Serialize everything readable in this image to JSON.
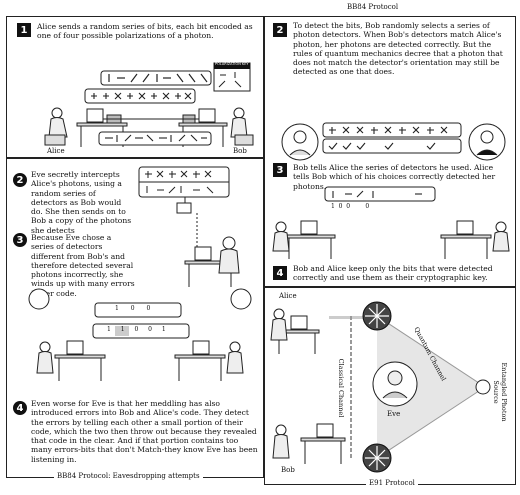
{
  "bb84": {
    "caption": "BB84 Protocol",
    "step1": {
      "num": "1",
      "text": "Alice sends a random series of bits, each bit encoded as one of four possible polarizations of a photon."
    },
    "step2": {
      "num": "2",
      "text": "To detect the bits, Bob randomly selects a series of photon detectors. When Bob's detectors match Alice's photon, her photons are detected correctly. But the rules of quantum mechanics decree that a photon that does not match the detector's orientation may still be detected as one that does."
    },
    "step3": {
      "num": "3",
      "text": "Bob tells Alice the series of detectors he used. Alice tells Bob which of his choices correctly detected her photons."
    },
    "step4": {
      "num": "4",
      "text": "Bob and Alice keep only the bits that were detected correctly and use them as their cryptographic key."
    },
    "alice": "Alice",
    "bob": "Bob",
    "polarization_key": "POLARIZATION KEY",
    "photons_top": "|—//|—\\\\|\\\\",
    "detectors_bob": "+××+×+×+××",
    "key_bits": "1  0  0        0"
  },
  "eve_panel": {
    "caption": "BB84 Protocol: Eavesdropping attempts",
    "step2": {
      "num": "2",
      "text": "Eve secretly intercepts Alice's photons, using a random series of detectors as Bob would do. She then sends on to Bob a copy of the photons she detects"
    },
    "step3": {
      "num": "3",
      "text": "Because Eve chose a series of detectors different from Bob's and therefore detected several photons incorrectly, she winds up with many errors in her code."
    },
    "step4": {
      "num": "4",
      "text": "Even worse for Eve is that her meddling has also introduced errors into Bob and Alice's code. They detect the errors by telling each other a small portion of their code, which the two then throw out because they revealed that code in the clear. And if that portion contains too many errors-bits that don't Match-they know Eve has been listening in."
    },
    "bits_alice": "1 0 0",
    "bits_bob": "1 1 0 0 1"
  },
  "e91": {
    "caption": "E91 Protocol",
    "alice": "Alice",
    "bob": "Bob",
    "eve": "Eve",
    "classical_channel": "Classical Channel",
    "quantum_channel": "Quantum Channel",
    "entangled_source": "Entangled Photon Source"
  }
}
